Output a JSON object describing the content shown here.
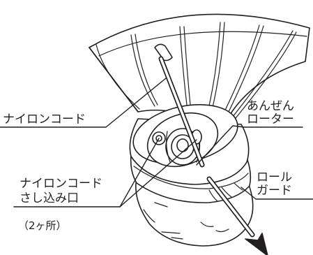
{
  "labels": {
    "nylon_cord": "ナイロンコード",
    "safety_rotor_line1": "あんぜん",
    "safety_rotor_line2": "ローター",
    "roll_guard_line1": "ロール",
    "roll_guard_line2": "ガード",
    "insertion_line1": "ナイロンコード",
    "insertion_line2": "さし込み口",
    "two_places": "（2ヶ所）"
  },
  "colors": {
    "ink": "#231f20",
    "background": "#ffffff"
  }
}
